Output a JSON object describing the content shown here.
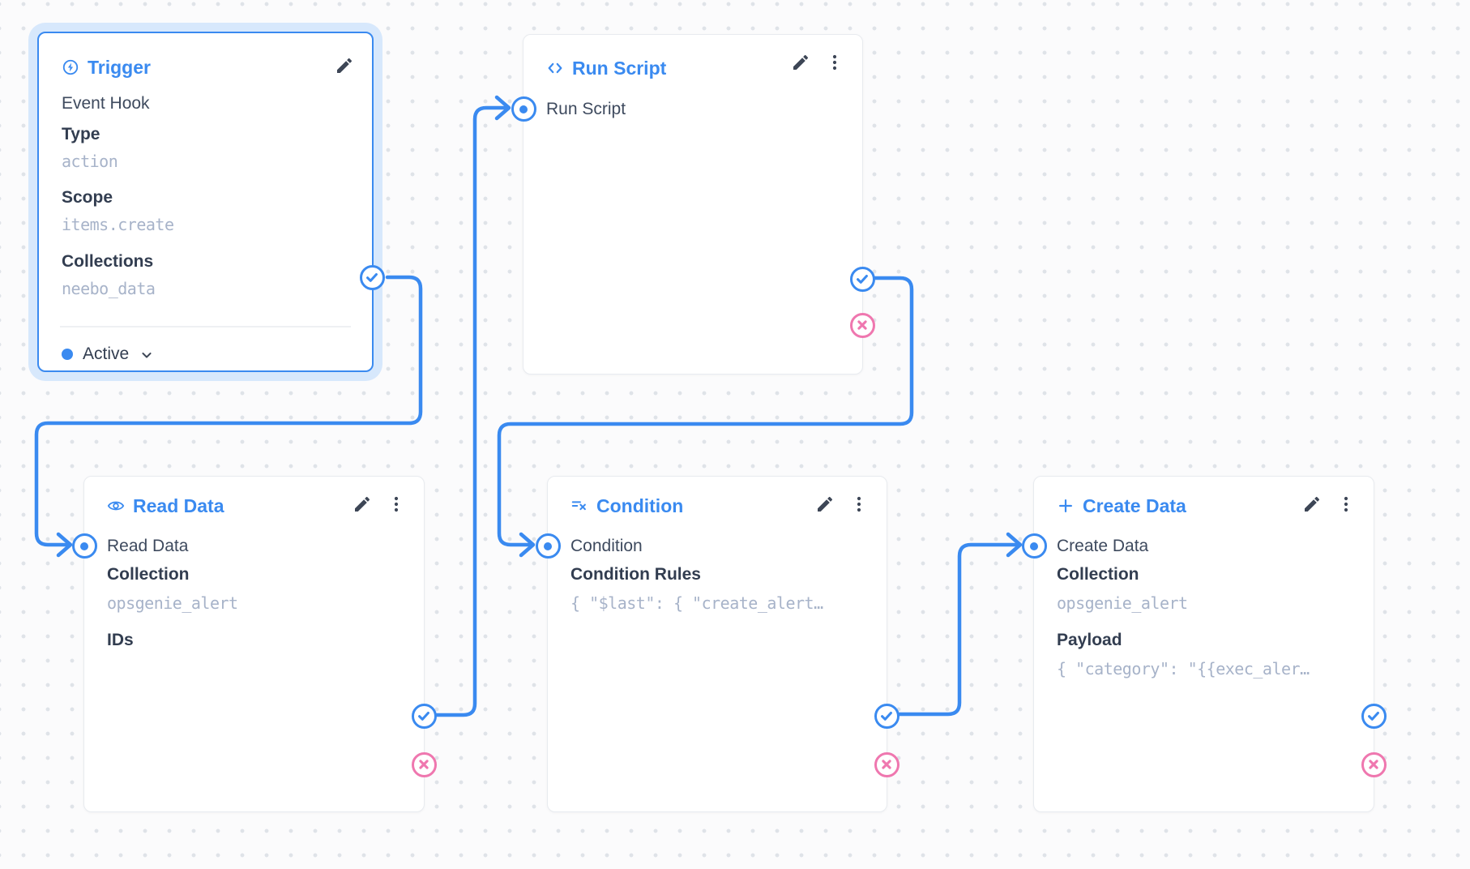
{
  "colors": {
    "accent": "#3a8af0",
    "reject": "#ef77af",
    "halo": "#d7e8fc"
  },
  "nodes": {
    "trigger": {
      "title": "Trigger",
      "icon": "bolt-circle-icon",
      "subtitle": "Event Hook",
      "fields": [
        {
          "label": "Type",
          "value": "action"
        },
        {
          "label": "Scope",
          "value": "items.create"
        },
        {
          "label": "Collections",
          "value": "neebo_data"
        }
      ],
      "status": "Active"
    },
    "run_script": {
      "title": "Run Script",
      "icon": "code-icon",
      "input_label": "Run Script"
    },
    "read_data": {
      "title": "Read Data",
      "icon": "eye-icon",
      "input_label": "Read Data",
      "fields": [
        {
          "label": "Collection",
          "value": "opsgenie_alert"
        },
        {
          "label": "IDs",
          "value": ""
        }
      ]
    },
    "condition": {
      "title": "Condition",
      "icon": "rule-icon",
      "input_label": "Condition",
      "fields": [
        {
          "label": "Condition Rules",
          "value": "{ \"$last\": { \"create_alert…"
        }
      ]
    },
    "create_data": {
      "title": "Create Data",
      "icon": "plus-icon",
      "input_label": "Create Data",
      "fields": [
        {
          "label": "Collection",
          "value": "opsgenie_alert"
        },
        {
          "label": "Payload",
          "value": "{ \"category\": \"{{exec_aler…"
        }
      ]
    }
  },
  "edges": [
    {
      "from": "trigger",
      "port": "resolve",
      "to": "read_data"
    },
    {
      "from": "read_data",
      "port": "resolve",
      "to": "run_script"
    },
    {
      "from": "run_script",
      "port": "resolve",
      "to": "condition"
    },
    {
      "from": "condition",
      "port": "resolve",
      "to": "create_data"
    }
  ]
}
